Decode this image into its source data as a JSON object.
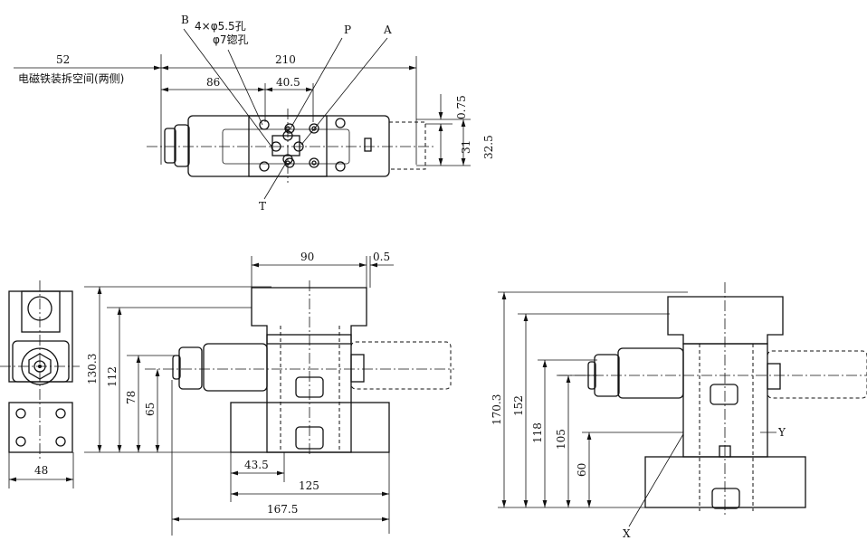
{
  "top_view": {
    "labels": {
      "B": "B",
      "P": "P",
      "A": "A",
      "T": "T"
    },
    "hole_note_1": "4×φ5.5孔",
    "hole_note_2": "φ7锪孔",
    "dims": {
      "d52": "52",
      "d210": "210",
      "d86": "86",
      "d40_5": "40.5",
      "d0_75": "0.75",
      "d31": "31",
      "d32_5": "32.5"
    },
    "removal_note": "电磁铁装拆空间(两侧)"
  },
  "side_view": {
    "dims": {
      "d48": "48"
    }
  },
  "front_view": {
    "dims": {
      "d90": "90",
      "d0_5": "0.5",
      "d130_3": "130.3",
      "d112": "112",
      "d78": "78",
      "d65": "65",
      "d43_5": "43.5",
      "d125": "125",
      "d167_5": "167.5"
    }
  },
  "right_view": {
    "dims": {
      "d170_3": "170.3",
      "d152": "152",
      "d118": "118",
      "d105": "105",
      "d60": "60"
    },
    "labels": {
      "X": "X",
      "Y": "Y"
    }
  }
}
